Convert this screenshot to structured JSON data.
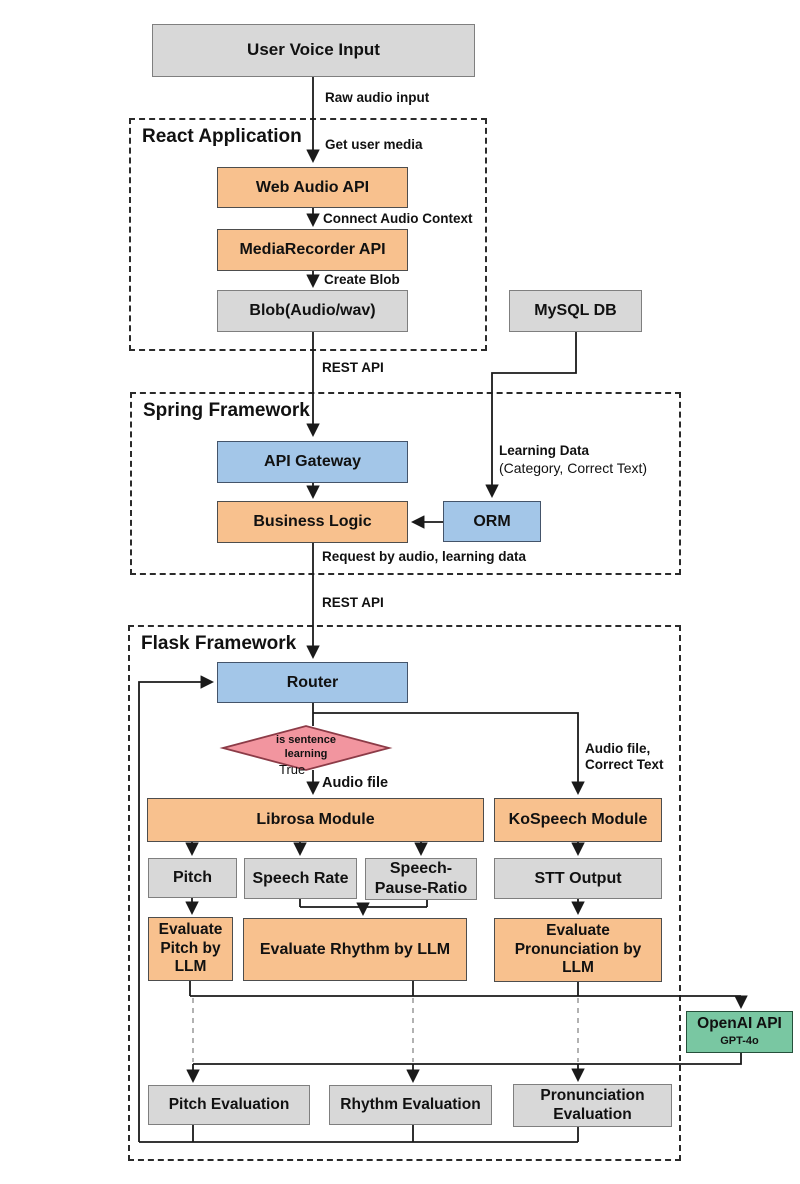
{
  "containers": {
    "react": "React Application",
    "spring": "Spring Framework",
    "flask": "Flask Framework"
  },
  "nodes": {
    "user_voice_input": "User Voice Input",
    "web_audio_api": "Web Audio API",
    "mediarecorder_api": "MediaRecorder API",
    "blob_audio_wav": "Blob(Audio/wav)",
    "mysql_db": "MySQL DB",
    "api_gateway": "API Gateway",
    "business_logic": "Business Logic",
    "orm": "ORM",
    "router": "Router",
    "decision": "is sentence\nlearning",
    "librosa_module": "Librosa Module",
    "kospeech_module": "KoSpeech Module",
    "pitch": "Pitch",
    "speech_rate": "Speech Rate",
    "speech_pause_ratio": "Speech-\nPause-Ratio",
    "stt_output": "STT Output",
    "evaluate_pitch": "Evaluate\nPitch by\nLLM",
    "evaluate_rhythm": "Evaluate Rhythm by LLM",
    "evaluate_pronunciation": "Evaluate\nPronunciation by\nLLM",
    "openai_api": "OpenAI API",
    "openai_model": "GPT-4o",
    "pitch_evaluation": "Pitch Evaluation",
    "rhythm_evaluation": "Rhythm Evaluation",
    "pronunciation_evaluation": "Pronunciation\nEvaluation"
  },
  "edge_labels": {
    "raw_audio_input": "Raw audio input",
    "get_user_media": "Get user media",
    "connect_audio_context": "Connect Audio Context",
    "create_blob": "Create Blob",
    "rest_api_top": "REST API",
    "learning_data_title": "Learning Data",
    "learning_data_detail": "(Category, Correct Text)",
    "request_by_audio": "Request by audio, learning data",
    "rest_api_mid": "REST API",
    "audio_file_correct_text": "Audio file,\nCorrect Text",
    "true_label": "True",
    "audio_file": "Audio file"
  },
  "colors": {
    "box_gray": "#d8d8d8",
    "box_orange": "#f8c18e",
    "box_blue": "#a3c6e8",
    "diamond_pink": "#f2959f",
    "openai_green": "#79c7a2",
    "line": "#1a1a1a",
    "dashed_border": "#2b2b2b"
  }
}
